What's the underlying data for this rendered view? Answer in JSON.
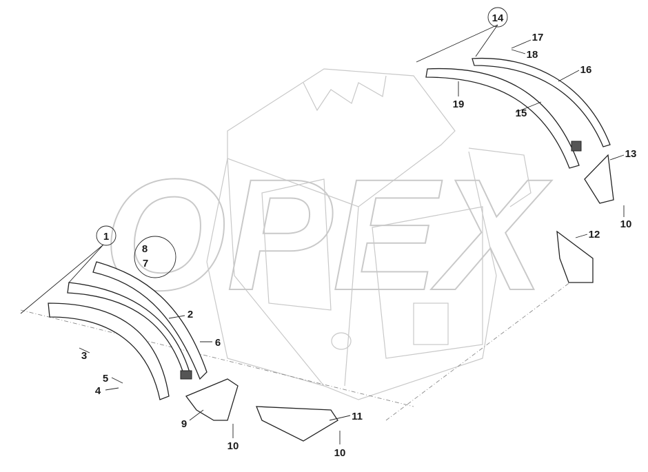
{
  "diagram": {
    "watermark": "OPEX",
    "callouts": [
      {
        "id": "c1",
        "text": "1",
        "circled": true
      },
      {
        "id": "c2",
        "text": "2"
      },
      {
        "id": "c3",
        "text": "3"
      },
      {
        "id": "c4",
        "text": "4"
      },
      {
        "id": "c5",
        "text": "5"
      },
      {
        "id": "c6",
        "text": "6"
      },
      {
        "id": "c7",
        "text": "7"
      },
      {
        "id": "c8",
        "text": "8"
      },
      {
        "id": "c9",
        "text": "9"
      },
      {
        "id": "c10a",
        "text": "10"
      },
      {
        "id": "c10b",
        "text": "10"
      },
      {
        "id": "c10c",
        "text": "10"
      },
      {
        "id": "c11",
        "text": "11"
      },
      {
        "id": "c12",
        "text": "12"
      },
      {
        "id": "c13",
        "text": "13"
      },
      {
        "id": "c14",
        "text": "14",
        "circled": true
      },
      {
        "id": "c15",
        "text": "15"
      },
      {
        "id": "c16",
        "text": "16"
      },
      {
        "id": "c17",
        "text": "17"
      },
      {
        "id": "c18",
        "text": "18"
      },
      {
        "id": "c19",
        "text": "19"
      }
    ]
  }
}
